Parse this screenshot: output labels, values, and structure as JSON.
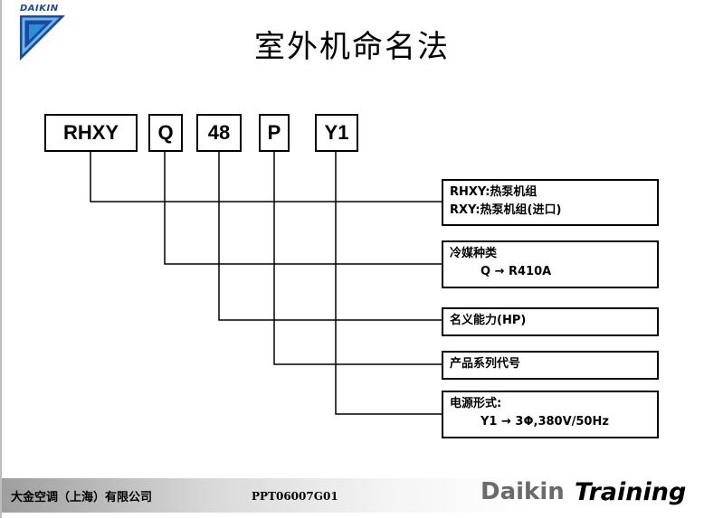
{
  "logo": {
    "text": "DAIKIN"
  },
  "title": "室外机命名法",
  "codes": [
    {
      "text": "RHXY"
    },
    {
      "text": "Q"
    },
    {
      "text": "48"
    },
    {
      "text": "P"
    },
    {
      "text": "Y1"
    }
  ],
  "info": [
    {
      "lines": [
        "RHXY:热泵机组",
        "RXY:热泵机组(进口)"
      ]
    },
    {
      "lines": [
        "冷媒种类",
        "Q → R410A"
      ]
    },
    {
      "lines": [
        "名义能力(HP)"
      ]
    },
    {
      "lines": [
        "产品系列代号"
      ]
    },
    {
      "lines": [
        "电源形式:",
        "Y1 → 3Φ,380V/50Hz"
      ]
    }
  ],
  "footer": {
    "company": "大金空调（上海）有限公司",
    "doc_code": "PPT06007G01",
    "brand": "Daikin",
    "tagline": "Training"
  }
}
